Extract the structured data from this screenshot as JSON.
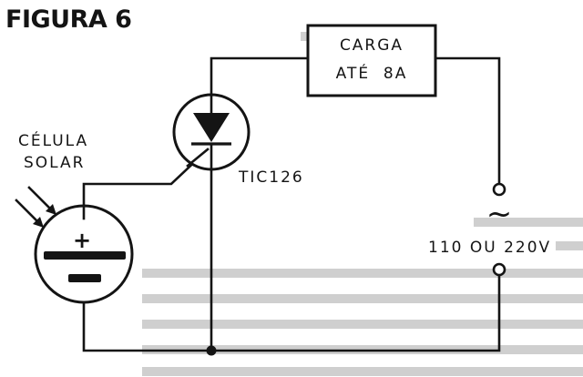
{
  "figure": {
    "title": "FIGURA 6"
  },
  "components": {
    "load": {
      "line1": "CARGA",
      "line2": "ATÉ  8A"
    },
    "solar_cell": {
      "line1": "CÉLULA",
      "line2": "SOLAR",
      "polarity": "+"
    },
    "scr": {
      "label": "TIC126"
    },
    "ac_source": {
      "label": "110 OU 220V",
      "symbol": "~"
    }
  }
}
